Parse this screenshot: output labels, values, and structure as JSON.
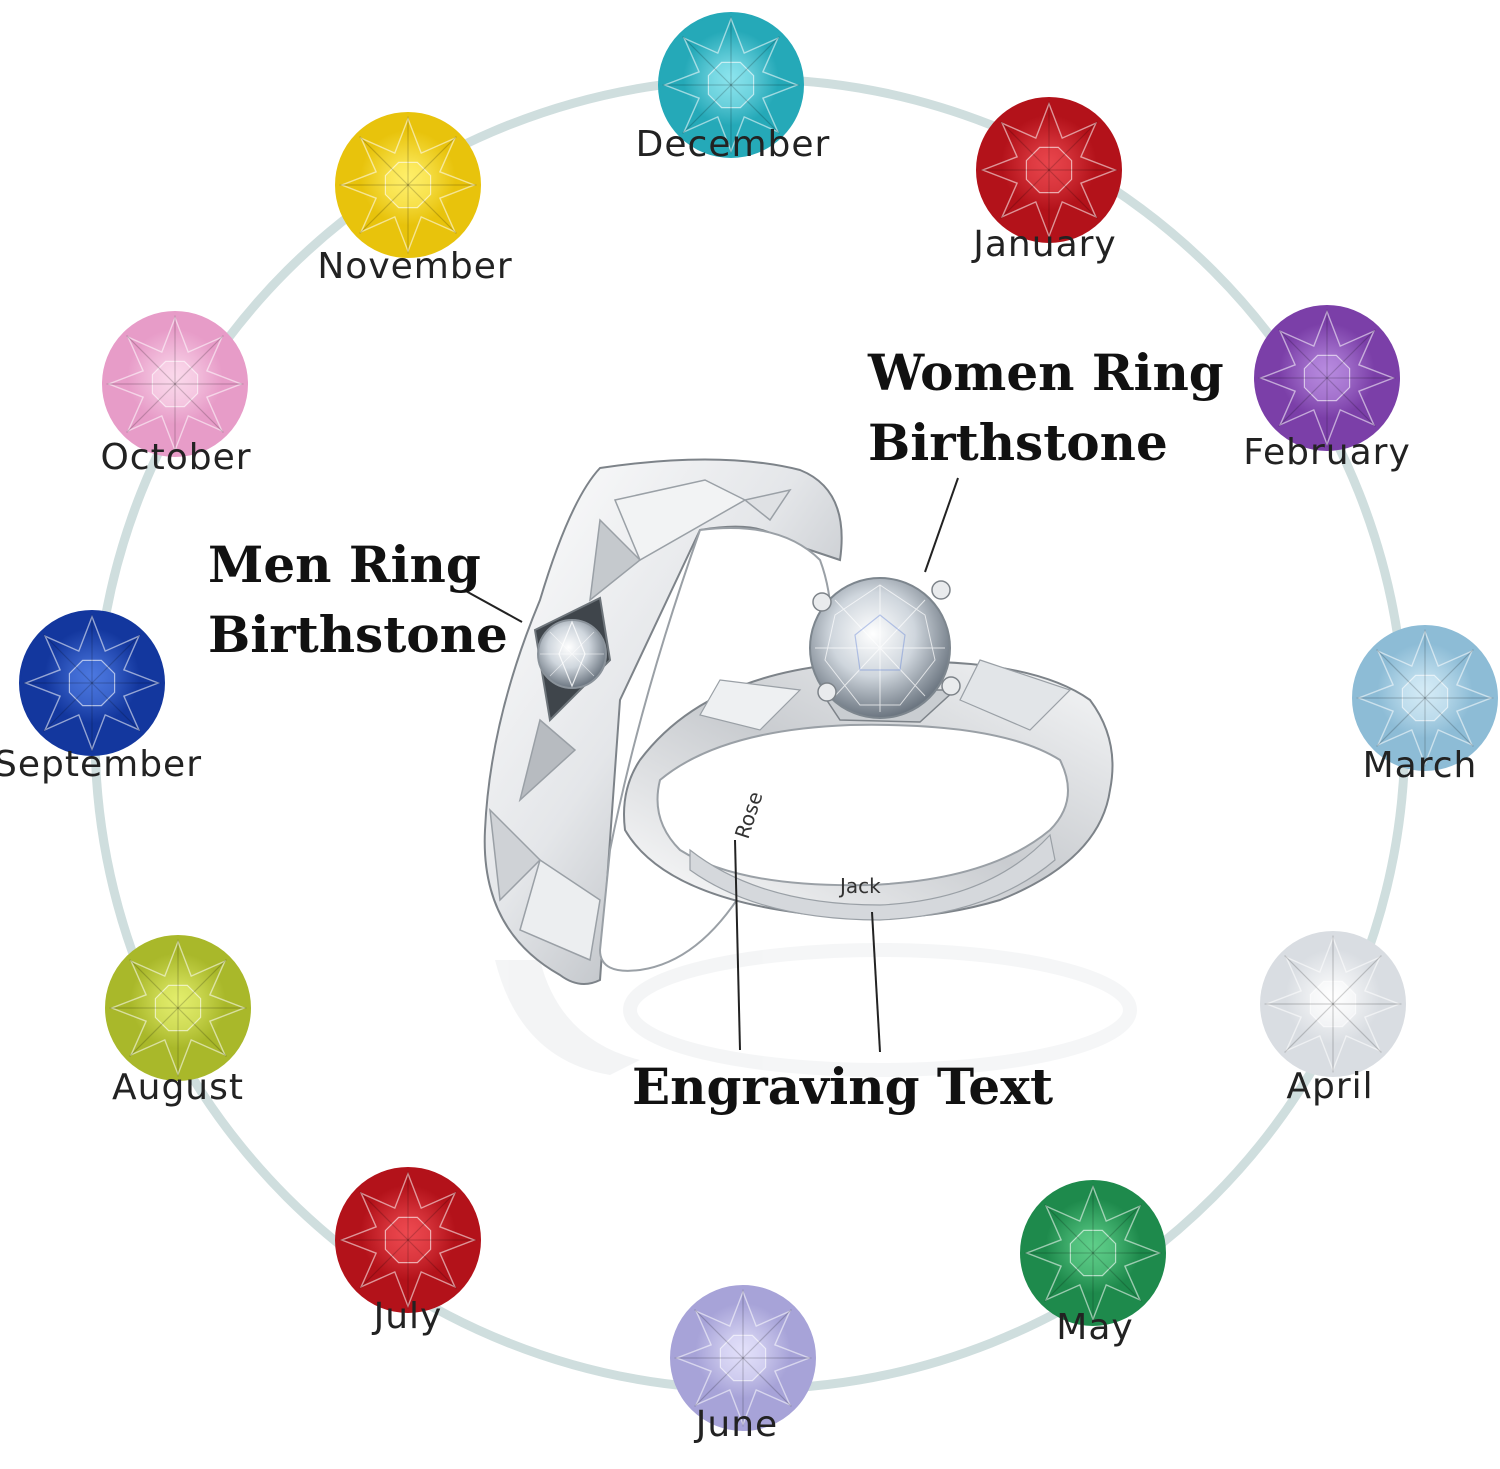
{
  "months": [
    {
      "name": "January",
      "color": "#b3121a",
      "light": "#e8454c"
    },
    {
      "name": "February",
      "color": "#7b3fa8",
      "light": "#b88be0"
    },
    {
      "name": "March",
      "color": "#8dbcd6",
      "light": "#d4ecf7"
    },
    {
      "name": "April",
      "color": "#d9dde2",
      "light": "#ffffff"
    },
    {
      "name": "May",
      "color": "#1e8a4c",
      "light": "#5fcf8a"
    },
    {
      "name": "June",
      "color": "#a7a3d8",
      "light": "#e3e1fa"
    },
    {
      "name": "July",
      "color": "#b3121a",
      "light": "#ee4950"
    },
    {
      "name": "August",
      "color": "#a9b82a",
      "light": "#e3ee6c"
    },
    {
      "name": "September",
      "color": "#13379e",
      "light": "#4c78e0"
    },
    {
      "name": "October",
      "color": "#e79cc8",
      "light": "#fbd9ec"
    },
    {
      "name": "November",
      "color": "#e8c30c",
      "light": "#fff06a"
    },
    {
      "name": "December",
      "color": "#25a9b8",
      "light": "#8ce4ee"
    }
  ],
  "callouts": {
    "women_line1": "Women Ring",
    "women_line2": "Birthstone",
    "men_line1": "Men Ring",
    "men_line2": "Birthstone",
    "engraving": "Engraving Text"
  },
  "engravings": {
    "women": "Rose",
    "men": "Jack"
  },
  "colors": {
    "ring_track": "#cfdede",
    "metal_light": "#ffffff",
    "metal_mid": "#d8dadd",
    "metal_dark": "#8e9399"
  }
}
